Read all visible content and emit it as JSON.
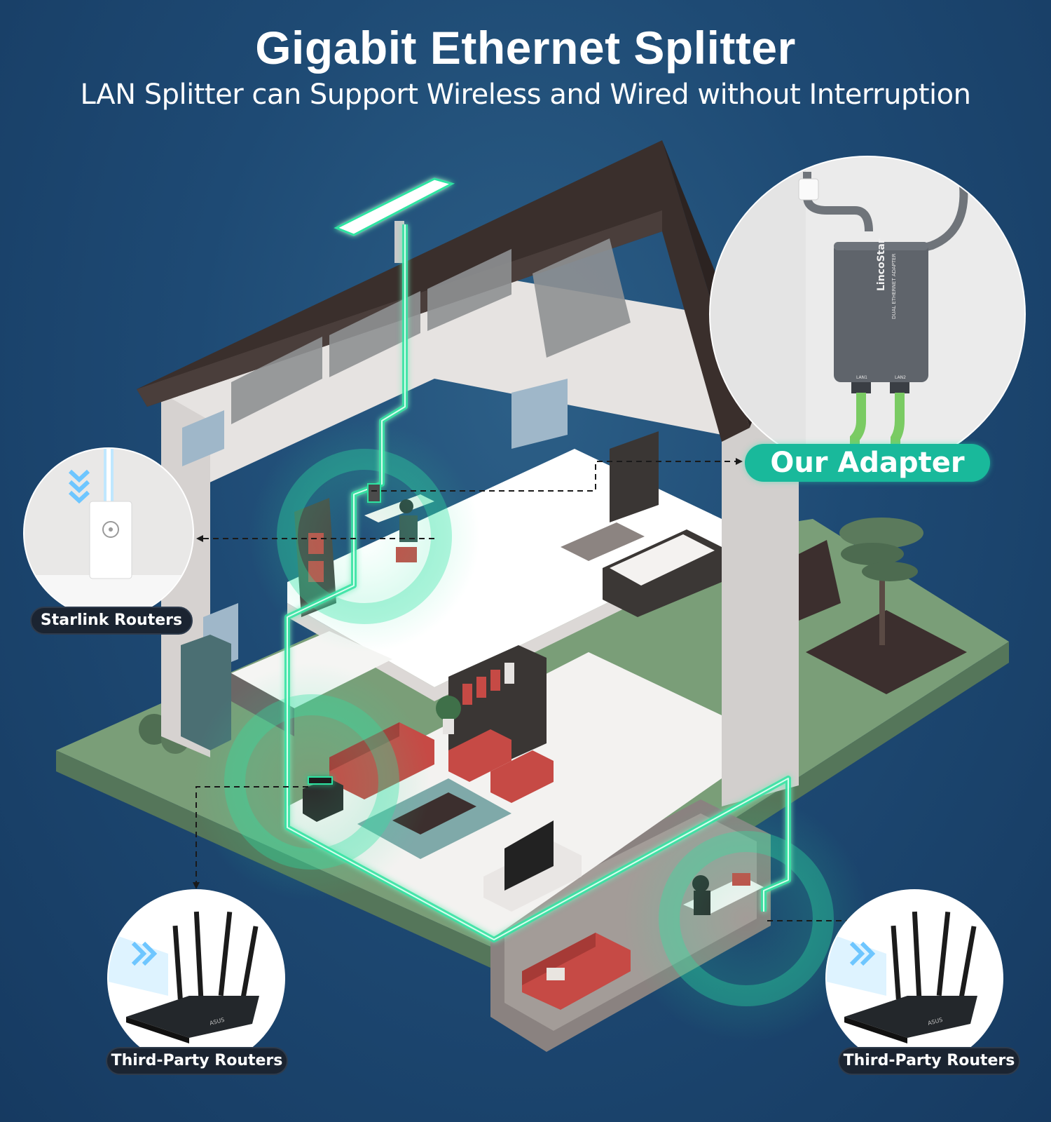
{
  "header": {
    "title": "Gigabit Ethernet Splitter",
    "subtitle": "LAN Splitter can Support Wireless and Wired without Interruption"
  },
  "callouts": {
    "adapter_label": "Our Adapter",
    "starlink_label": "Starlink Routers",
    "third_party_left_label": "Third-Party Routers",
    "third_party_right_label": "Third-Party Routers"
  },
  "device_text": {
    "brand": "LincoStar",
    "model": "DUAL ETHERNET ADAPTER",
    "port1": "LAN1",
    "port2": "LAN2",
    "router_brand": "ASUS"
  },
  "colors": {
    "background": "#1e4a74",
    "cable_glow": "#2de3a2",
    "adapter_pill": "#19b99b",
    "label_pill": "#1b2431",
    "roof": "#3a2f2c",
    "lawn": "#7a9e78"
  }
}
